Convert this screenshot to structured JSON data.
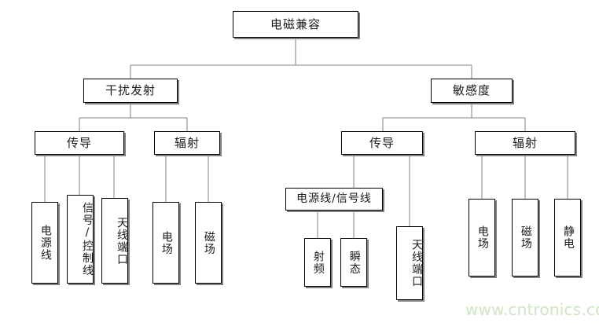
{
  "diagram": {
    "type": "tree",
    "title_node": "电磁兼容",
    "watermark": "www.cntronics.com",
    "watermark_color": "#cfe6c4",
    "line_color": "#808080",
    "box_border_color": "#000000",
    "background": "#ffffff",
    "nodes": {
      "root": "电磁兼容",
      "emission": "干扰发射",
      "susceptibility": "敏感度",
      "emission_conducted": "传导",
      "emission_radiated": "辐射",
      "susceptibility_conducted": "传导",
      "susceptibility_radiated": "辐射",
      "em_cond_power": "电源线",
      "em_cond_signal": "信号/控制线",
      "em_cond_antenna": "天线端口",
      "em_rad_efield": "电场",
      "em_rad_hfield": "磁场",
      "su_cond_powersignal": "电源线/信号线",
      "su_cond_rf": "射频",
      "su_cond_transient": "瞬态",
      "su_cond_antenna": "天线端口",
      "su_rad_efield": "电场",
      "su_rad_hfield": "磁场",
      "su_rad_esd": "静电"
    }
  }
}
